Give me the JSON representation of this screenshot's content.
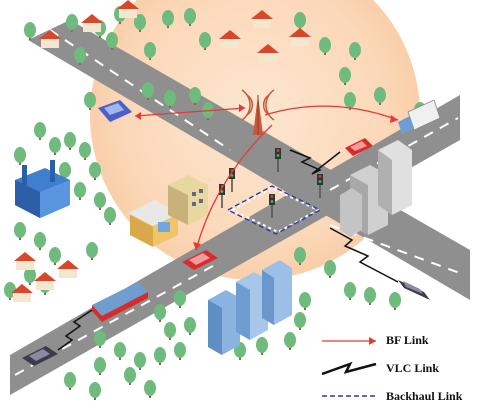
{
  "legend": {
    "bf_label": "BF Link",
    "vlc_label": "VLC Link",
    "backhaul_label": "Backhaul Link"
  },
  "colors": {
    "coverage_fill": "#fbd3b0",
    "road": "#8f8f8f",
    "road_marking": "#ffffff",
    "tree": "#6fba7d",
    "house_roof": "#d9472b",
    "house_wall": "#f4e7cf",
    "building_blue": "#8ab4df",
    "bf_link": "#e53935",
    "vlc_link": "#111111",
    "backhaul_link": "#2d3aa8",
    "car_blue": "#4860c8",
    "car_red": "#d92b2b",
    "car_dark": "#3b3b4a"
  },
  "icons": [
    "cell-tower-icon",
    "traffic-light-icon",
    "car-icon",
    "truck-icon",
    "bus-icon",
    "house-icon",
    "tree-icon",
    "factory-icon",
    "skyscraper-icon",
    "shop-icon"
  ]
}
